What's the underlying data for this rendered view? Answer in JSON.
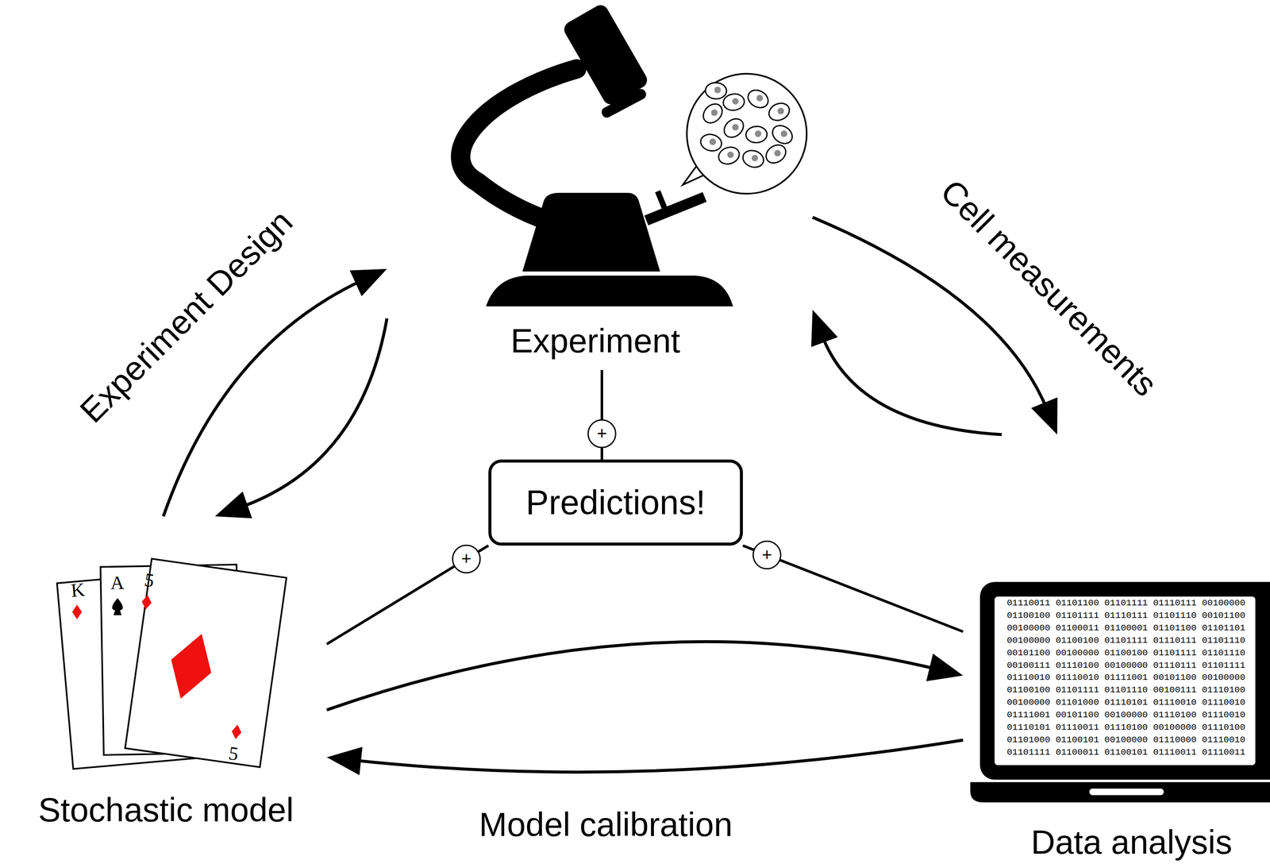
{
  "diagram": {
    "nodes": [
      {
        "text": [
          "Experiment"
        ]
      },
      {
        "text": [
          "Stochastic model"
        ]
      },
      {
        "text": [
          "Data analysis"
        ]
      },
      {
        "text": [
          "Predictions!"
        ]
      }
    ],
    "edges": [
      {
        "from": 1,
        "to": 0,
        "arrow": "to",
        "label": "Experiment Design"
      },
      {
        "from": 0,
        "to": 1,
        "arrow": "to"
      },
      {
        "from": 0,
        "to": 2,
        "arrow": "to",
        "label": "Cell measurements"
      },
      {
        "from": 2,
        "to": 0,
        "arrow": "to"
      },
      {
        "from": 1,
        "to": 2,
        "arrow": "to",
        "label": "Model calibration"
      },
      {
        "from": 2,
        "to": 1,
        "arrow": "to"
      },
      {
        "from": 3,
        "to": 0,
        "arrow": "none"
      },
      {
        "from": 3,
        "to": 1,
        "arrow": "none"
      },
      {
        "from": 3,
        "to": 2,
        "arrow": "none"
      }
    ],
    "labels": [
      "K",
      "A",
      "5",
      "5",
      "01110011 01101100 01101111 01110111 00100000",
      "01100100 01101111 01110111 01101110 00101100",
      "00100000 01100011 01100001 01101100 01101101",
      "00100000 01100100 01101111 01110111 01101110",
      "00101100 00100000 01100100 01101111 01101110",
      "00100111 01110100 00100000 01110111 01101111",
      "01110010 01110010 01111001 00101100 00100000",
      "01100100 01101111 01101110 00100111 01110100",
      "00100000 01101000 01110101 01110010 01110010",
      "01111001 00101100 00100000 01110100 01110010",
      "01110101 01110011 01110100 00100000 01110100",
      "01101000 01100101 00100000 01110000 01110010",
      "01101111 01100011 01100101 01110011 01110011",
      "+",
      "+",
      "+"
    ]
  }
}
